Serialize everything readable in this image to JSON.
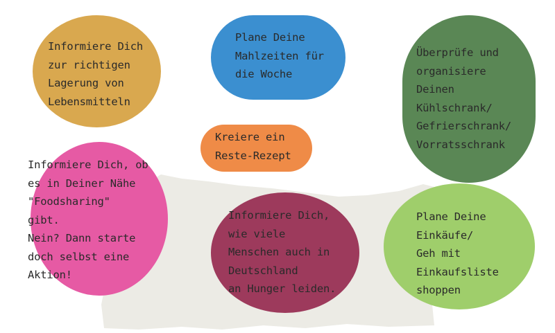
{
  "colors": {
    "lagerung": "#d9a84f",
    "mahlzeiten": "#3b8fd0",
    "kuehlschrank": "#5a8755",
    "reste": "#ef8b47",
    "foodsharing": "#e65aa4",
    "hunger": "#9d3a5c",
    "einkauf": "#9fce6b",
    "paper": "#ecebe5",
    "text": "#2a2a2a"
  },
  "bubbles": {
    "lagerung": {
      "lines": [
        "Informiere Dich",
        "zur richtigen",
        "Lagerung von",
        "Lebensmitteln"
      ]
    },
    "mahlzeiten": {
      "lines": [
        "Plane Deine",
        "Mahlzeiten für",
        "die Woche"
      ]
    },
    "kuehlschrank": {
      "lines": [
        "Überprüfe und",
        "organisiere",
        "Deinen",
        "Kühlschrank/",
        "Gefrierschrank/",
        "Vorratsschrank"
      ]
    },
    "reste": {
      "lines": [
        "Kreiere ein",
        "Reste-Rezept"
      ]
    },
    "foodsharing": {
      "lines": [
        "Informiere Dich, ob",
        "es in Deiner Nähe",
        "\"Foodsharing\"",
        "gibt.",
        "Nein? Dann starte",
        "doch selbst eine",
        "Aktion!"
      ]
    },
    "hunger": {
      "lines": [
        "Informiere Dich,",
        "wie viele",
        "Menschen auch in",
        "Deutschland",
        "an Hunger leiden."
      ]
    },
    "einkauf": {
      "lines": [
        "Plane Deine",
        "Einkäufe/",
        "Geh mit",
        "Einkaufsliste",
        "shoppen"
      ]
    }
  }
}
